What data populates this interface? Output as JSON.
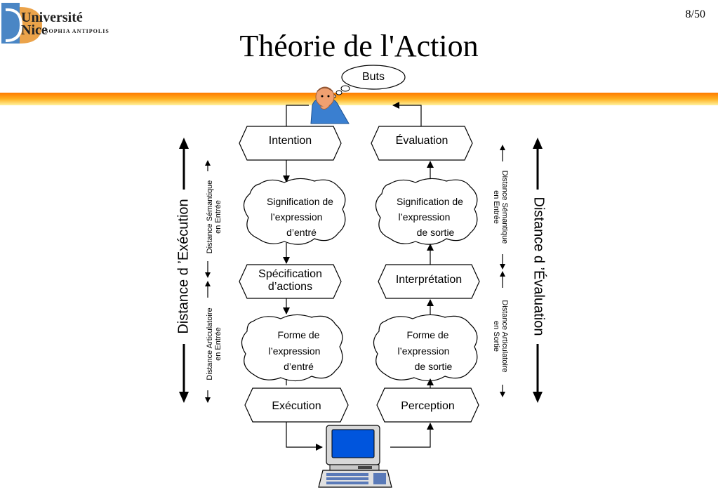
{
  "header": {
    "logo_line1": "Université",
    "logo_line2": "Nice",
    "logo_line3": "SOPHIA ANTIPOLIS",
    "page_number": "8/50",
    "title": "Théorie de l'Action"
  },
  "diagram": {
    "goal": "Buts",
    "left_column": {
      "intention": "Intention",
      "signification": [
        "Signification de",
        "l’expression",
        "d’entré"
      ],
      "specification": [
        "Spécification",
        "d’actions"
      ],
      "forme": [
        "Forme de",
        "l’expression",
        "d’entré"
      ],
      "execution": "Exécution"
    },
    "right_column": {
      "evaluation": "Évaluation",
      "signification": [
        "Signification de",
        "l’expression",
        "de sortie"
      ],
      "interpretation": "Interprétation",
      "forme": [
        "Forme de",
        "l’expression",
        "de sortie"
      ],
      "perception": "Perception"
    },
    "side_labels": {
      "distance_execution": "Distance d ’Exécution",
      "distance_evaluation": "Distance d ’Évaluation",
      "semantique_entree": [
        "Distance Sémantique",
        "en Entrée"
      ],
      "articulatoire_entree": [
        "Distance Articulatoire",
        "en Entrée"
      ],
      "semantique_sortie": [
        "Distance Sémantique",
        "en Entrée"
      ],
      "articulatoire_sortie": [
        "Distance Articulatoire",
        "en Sortie"
      ]
    },
    "colors": {
      "stroke": "#000000",
      "band_top": "#ff9900",
      "band_bottom": "#ffe680",
      "screen": "#0055dd",
      "logo_blue": "#4a86c5",
      "logo_orange": "#e8932a"
    }
  }
}
